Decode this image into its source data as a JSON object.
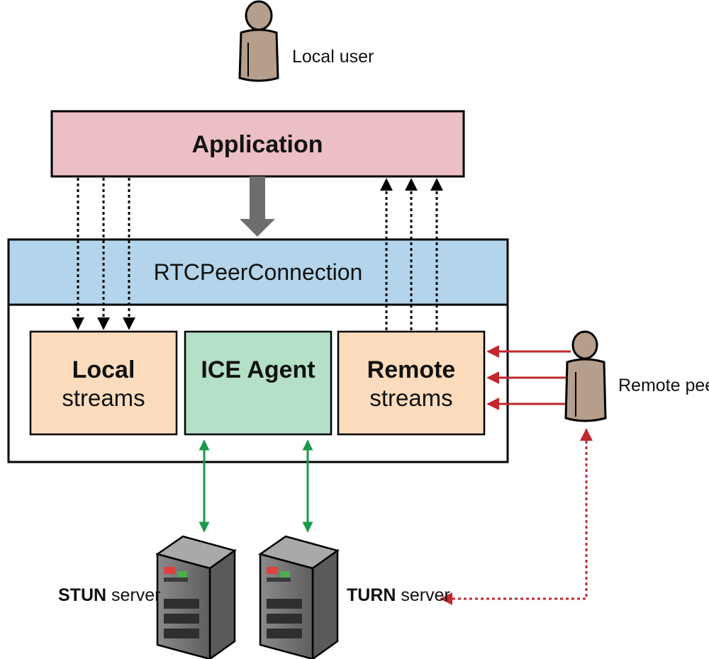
{
  "local_user": {
    "label": "Local user"
  },
  "application": {
    "label": "Application",
    "color": "#ecbfc4"
  },
  "rtc": {
    "label": "RTCPeerConnection",
    "color": "#b3d4ea"
  },
  "local_streams": {
    "line1": "Local",
    "line2": "streams",
    "color": "#fcdcbc"
  },
  "ice_agent": {
    "label": "ICE Agent",
    "color": "#b4e0c8"
  },
  "remote_streams": {
    "line1": "Remote",
    "line2": "streams",
    "color": "#fcdcbc"
  },
  "remote_peer": {
    "label": "Remote peer"
  },
  "stun_server": {
    "bold": "STUN",
    "rest": " server"
  },
  "turn_server": {
    "bold": "TURN",
    "rest": " server"
  },
  "colors": {
    "person": "#b59e8b",
    "green_arrow": "#1a9a4a",
    "red_arrow": "#c1272d",
    "gray_arrow": "#6d6d6d"
  }
}
